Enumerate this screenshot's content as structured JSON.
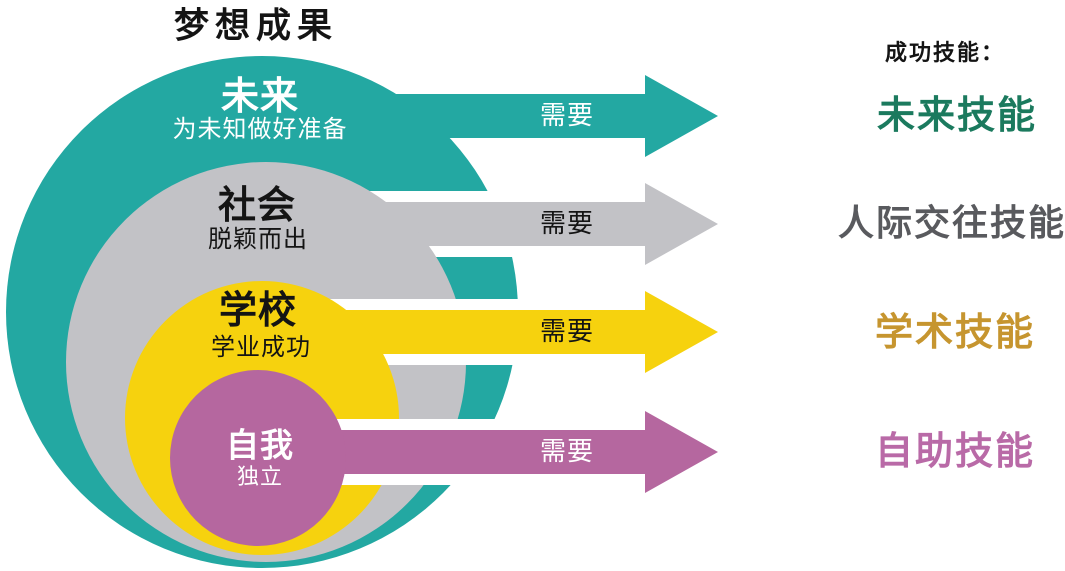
{
  "title": "梦想成果",
  "skills_header": "成功技能：",
  "colors": {
    "background": "#ffffff",
    "title_text": "#141414"
  },
  "rings": [
    {
      "name": "future",
      "label": "未来",
      "sublabel": "为未知做好准备",
      "arrow_label": "需要",
      "skill": "未来技能",
      "color": "#23a8a2",
      "text_color": "#ffffff",
      "arrow_text_color": "#ffffff",
      "skill_color": "#1b7a5e"
    },
    {
      "name": "society",
      "label": "社会",
      "sublabel": "脱颖而出",
      "arrow_label": "需要",
      "skill": "人际交往技能",
      "color": "#c2c2c6",
      "text_color": "#141414",
      "arrow_text_color": "#141414",
      "skill_color": "#595a5e"
    },
    {
      "name": "school",
      "label": "学校",
      "sublabel": "学业成功",
      "arrow_label": "需要",
      "skill": "学术技能",
      "color": "#f6d20e",
      "text_color": "#141414",
      "arrow_text_color": "#141414",
      "skill_color": "#c6952f"
    },
    {
      "name": "self",
      "label": "自我",
      "sublabel": "独立",
      "arrow_label": "需要",
      "skill": "自助技能",
      "color": "#b5679f",
      "text_color": "#ffffff",
      "arrow_text_color": "#ffffff",
      "skill_color": "#b96aa7"
    }
  ]
}
